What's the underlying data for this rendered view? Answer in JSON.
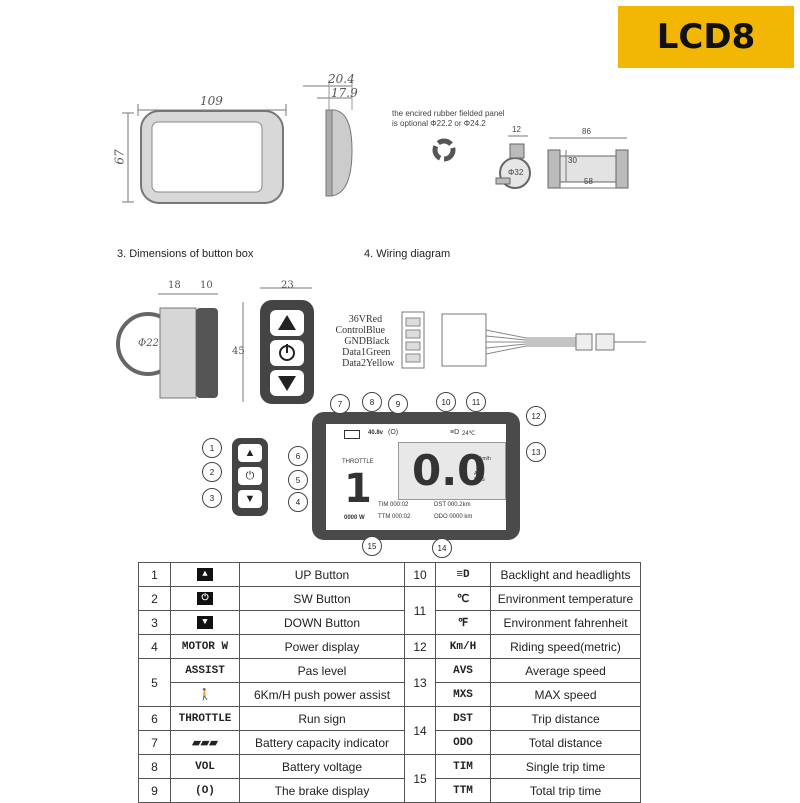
{
  "badge": "LCD8",
  "dimensions": {
    "width_109": "109",
    "height_67": "67",
    "depth_20_4": "20.4",
    "depth_17_9": "17.9",
    "rubber_note_line1": "the encired rubber fielded panel",
    "rubber_note_line2": "is optional Φ22.2 or Φ24.2",
    "clamp_12": "12",
    "clamp_phi32": "Φ32",
    "mount_86": "86",
    "mount_30": "30",
    "mount_58": "58"
  },
  "sections": {
    "button_box": "3. Dimensions of button box",
    "wiring": "4. Wiring diagram"
  },
  "button_box": {
    "d18": "18",
    "d10": "10",
    "d23": "23",
    "d45": "45",
    "phi22": "Φ22"
  },
  "wiring": {
    "rows": [
      {
        "signal": "36V",
        "color": "Red"
      },
      {
        "signal": "Control",
        "color": "Blue"
      },
      {
        "signal": "GND",
        "color": "Black"
      },
      {
        "signal": "Data1",
        "color": "Green"
      },
      {
        "signal": "Data2",
        "color": "Yellow"
      }
    ]
  },
  "lcd": {
    "volt": "40.8v",
    "temp": "24℃",
    "throttle": "THROTTLE",
    "level": "1",
    "power": "0000 W",
    "speed": "0.0",
    "unit": "km/h",
    "avs": "AVS",
    "mxs": "MXS",
    "tim": "TIM 000:02",
    "dst": "DST 000.2km",
    "ttm": "TTM 000:02",
    "odo": "ODO 0000 km",
    "callouts": [
      "1",
      "2",
      "3",
      "4",
      "5",
      "6",
      "7",
      "8",
      "9",
      "10",
      "11",
      "12",
      "13",
      "14",
      "15"
    ]
  },
  "table": {
    "left": [
      {
        "n": "1",
        "icon": "▲",
        "desc": "UP Button"
      },
      {
        "n": "2",
        "icon": "⏻",
        "desc": "SW Button"
      },
      {
        "n": "3",
        "icon": "▼",
        "desc": "DOWN Button"
      },
      {
        "n": "4",
        "icon": "MOTOR W",
        "desc": "Power display"
      },
      {
        "n": "5",
        "icon": "ASSIST",
        "desc": "Pas level"
      },
      {
        "n": "",
        "icon": "🚶",
        "desc": "6Km/H push power assist"
      },
      {
        "n": "6",
        "icon": "THROTTLE",
        "desc": "Run sign"
      },
      {
        "n": "7",
        "icon": "▰▰▰",
        "desc": "Battery capacity indicator"
      },
      {
        "n": "8",
        "icon": "VOL",
        "desc": "Battery voltage"
      },
      {
        "n": "9",
        "icon": "(O)",
        "desc": "The brake display"
      }
    ],
    "right": [
      {
        "n": "10",
        "icon": "≡D",
        "desc": "Backlight and headlights"
      },
      {
        "n": "11",
        "icon": "℃",
        "desc": "Environment temperature"
      },
      {
        "n": "",
        "icon": "℉",
        "desc": "Environment fahrenheit"
      },
      {
        "n": "12",
        "icon": "Km/H",
        "desc": "Riding speed(metric)"
      },
      {
        "n": "13",
        "icon": "AVS",
        "desc": "Average speed"
      },
      {
        "n": "",
        "icon": "MXS",
        "desc": "MAX speed"
      },
      {
        "n": "14",
        "icon": "DST",
        "desc": "Trip distance"
      },
      {
        "n": "",
        "icon": "ODO",
        "desc": "Total distance"
      },
      {
        "n": "15",
        "icon": "TIM",
        "desc": "Single trip time"
      },
      {
        "n": "",
        "icon": "TTM",
        "desc": "Total trip time"
      }
    ]
  }
}
